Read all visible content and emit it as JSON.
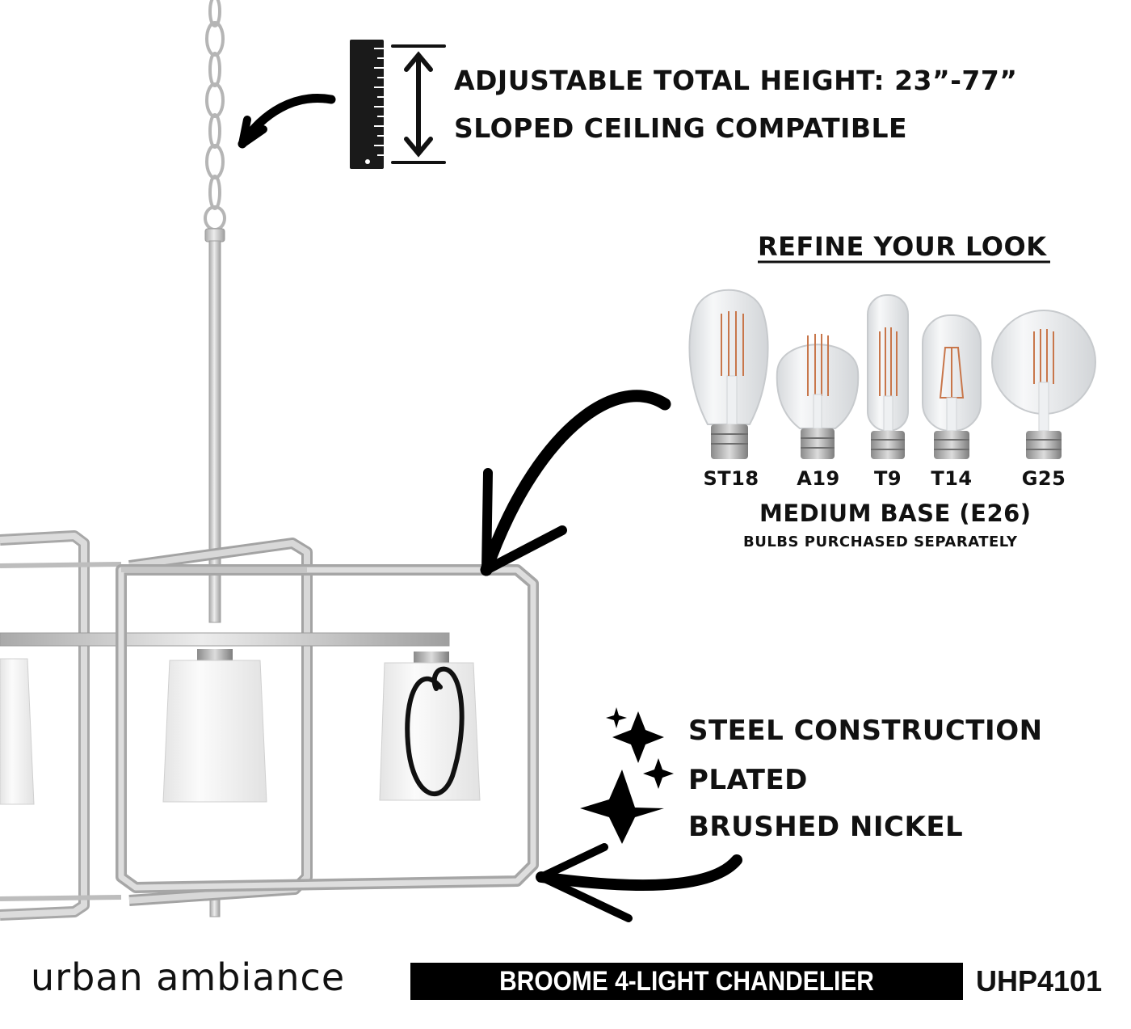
{
  "height_info": {
    "line1": "ADJUSTABLE TOTAL HEIGHT: 23”-77”",
    "line2": "SLOPED CEILING COMPATIBLE"
  },
  "refine": {
    "title": "REFINE YOUR LOOK",
    "bulbs": [
      "ST18",
      "A19",
      "T9",
      "T14",
      "G25"
    ],
    "base": "MEDIUM BASE (E26)",
    "note": "BULBS PURCHASED SEPARATELY"
  },
  "features": [
    "STEEL CONSTRUCTION",
    "PLATED",
    "BRUSHED NICKEL"
  ],
  "footer": {
    "brand": "urban ambiance",
    "product_name": "BROOME 4-LIGHT CHANDELIER",
    "model": "UHP4101"
  },
  "colors": {
    "nickel": "#c9c9c9",
    "nickel_dark": "#9a9a9a",
    "shade": "#f1f1f1",
    "ink": "#111111",
    "filament": "#c8764a"
  },
  "icons": [
    "ruler-icon",
    "double-arrow-icon",
    "sparkle-icon",
    "curved-arrow-icon"
  ]
}
